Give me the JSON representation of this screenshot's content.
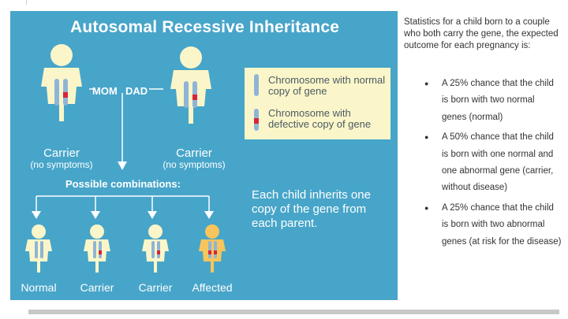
{
  "diagram": {
    "title": "Autosomal Recessive Inheritance",
    "mom_label": "MOM",
    "dad_label": "DAD",
    "legend": {
      "normal": "Chromosome with normal copy of gene",
      "defective": "Chromosome with defective copy of gene"
    },
    "parents": [
      {
        "role": "Carrier",
        "note": "(no symptoms)"
      },
      {
        "role": "Carrier",
        "note": "(no symptoms)"
      }
    ],
    "possible_combinations": "Possible combinations:",
    "inherit_text": "Each child inherits one copy of the gene from each parent.",
    "children": [
      "Normal",
      "Carrier",
      "Carrier",
      "Affected"
    ],
    "colors": {
      "background": "#47a5c9",
      "figure": "#fbf6c9",
      "affected_figure": "#f7c55b",
      "normal_chromosome": "#8fb5d6",
      "defective_band": "#d8243a"
    }
  },
  "stats": {
    "intro": "Statistics for a child born to a couple who both carry the gene, the expected outcome for each pregnancy is:",
    "bullet_glyph": "●",
    "items": [
      "A 25% chance that the child is born with two normal genes (normal)",
      "A 50% chance that the child is born with one normal and one abnormal gene (carrier, without disease)",
      "A 25% chance that the child is born with two abnormal genes (at risk for the disease)"
    ]
  }
}
